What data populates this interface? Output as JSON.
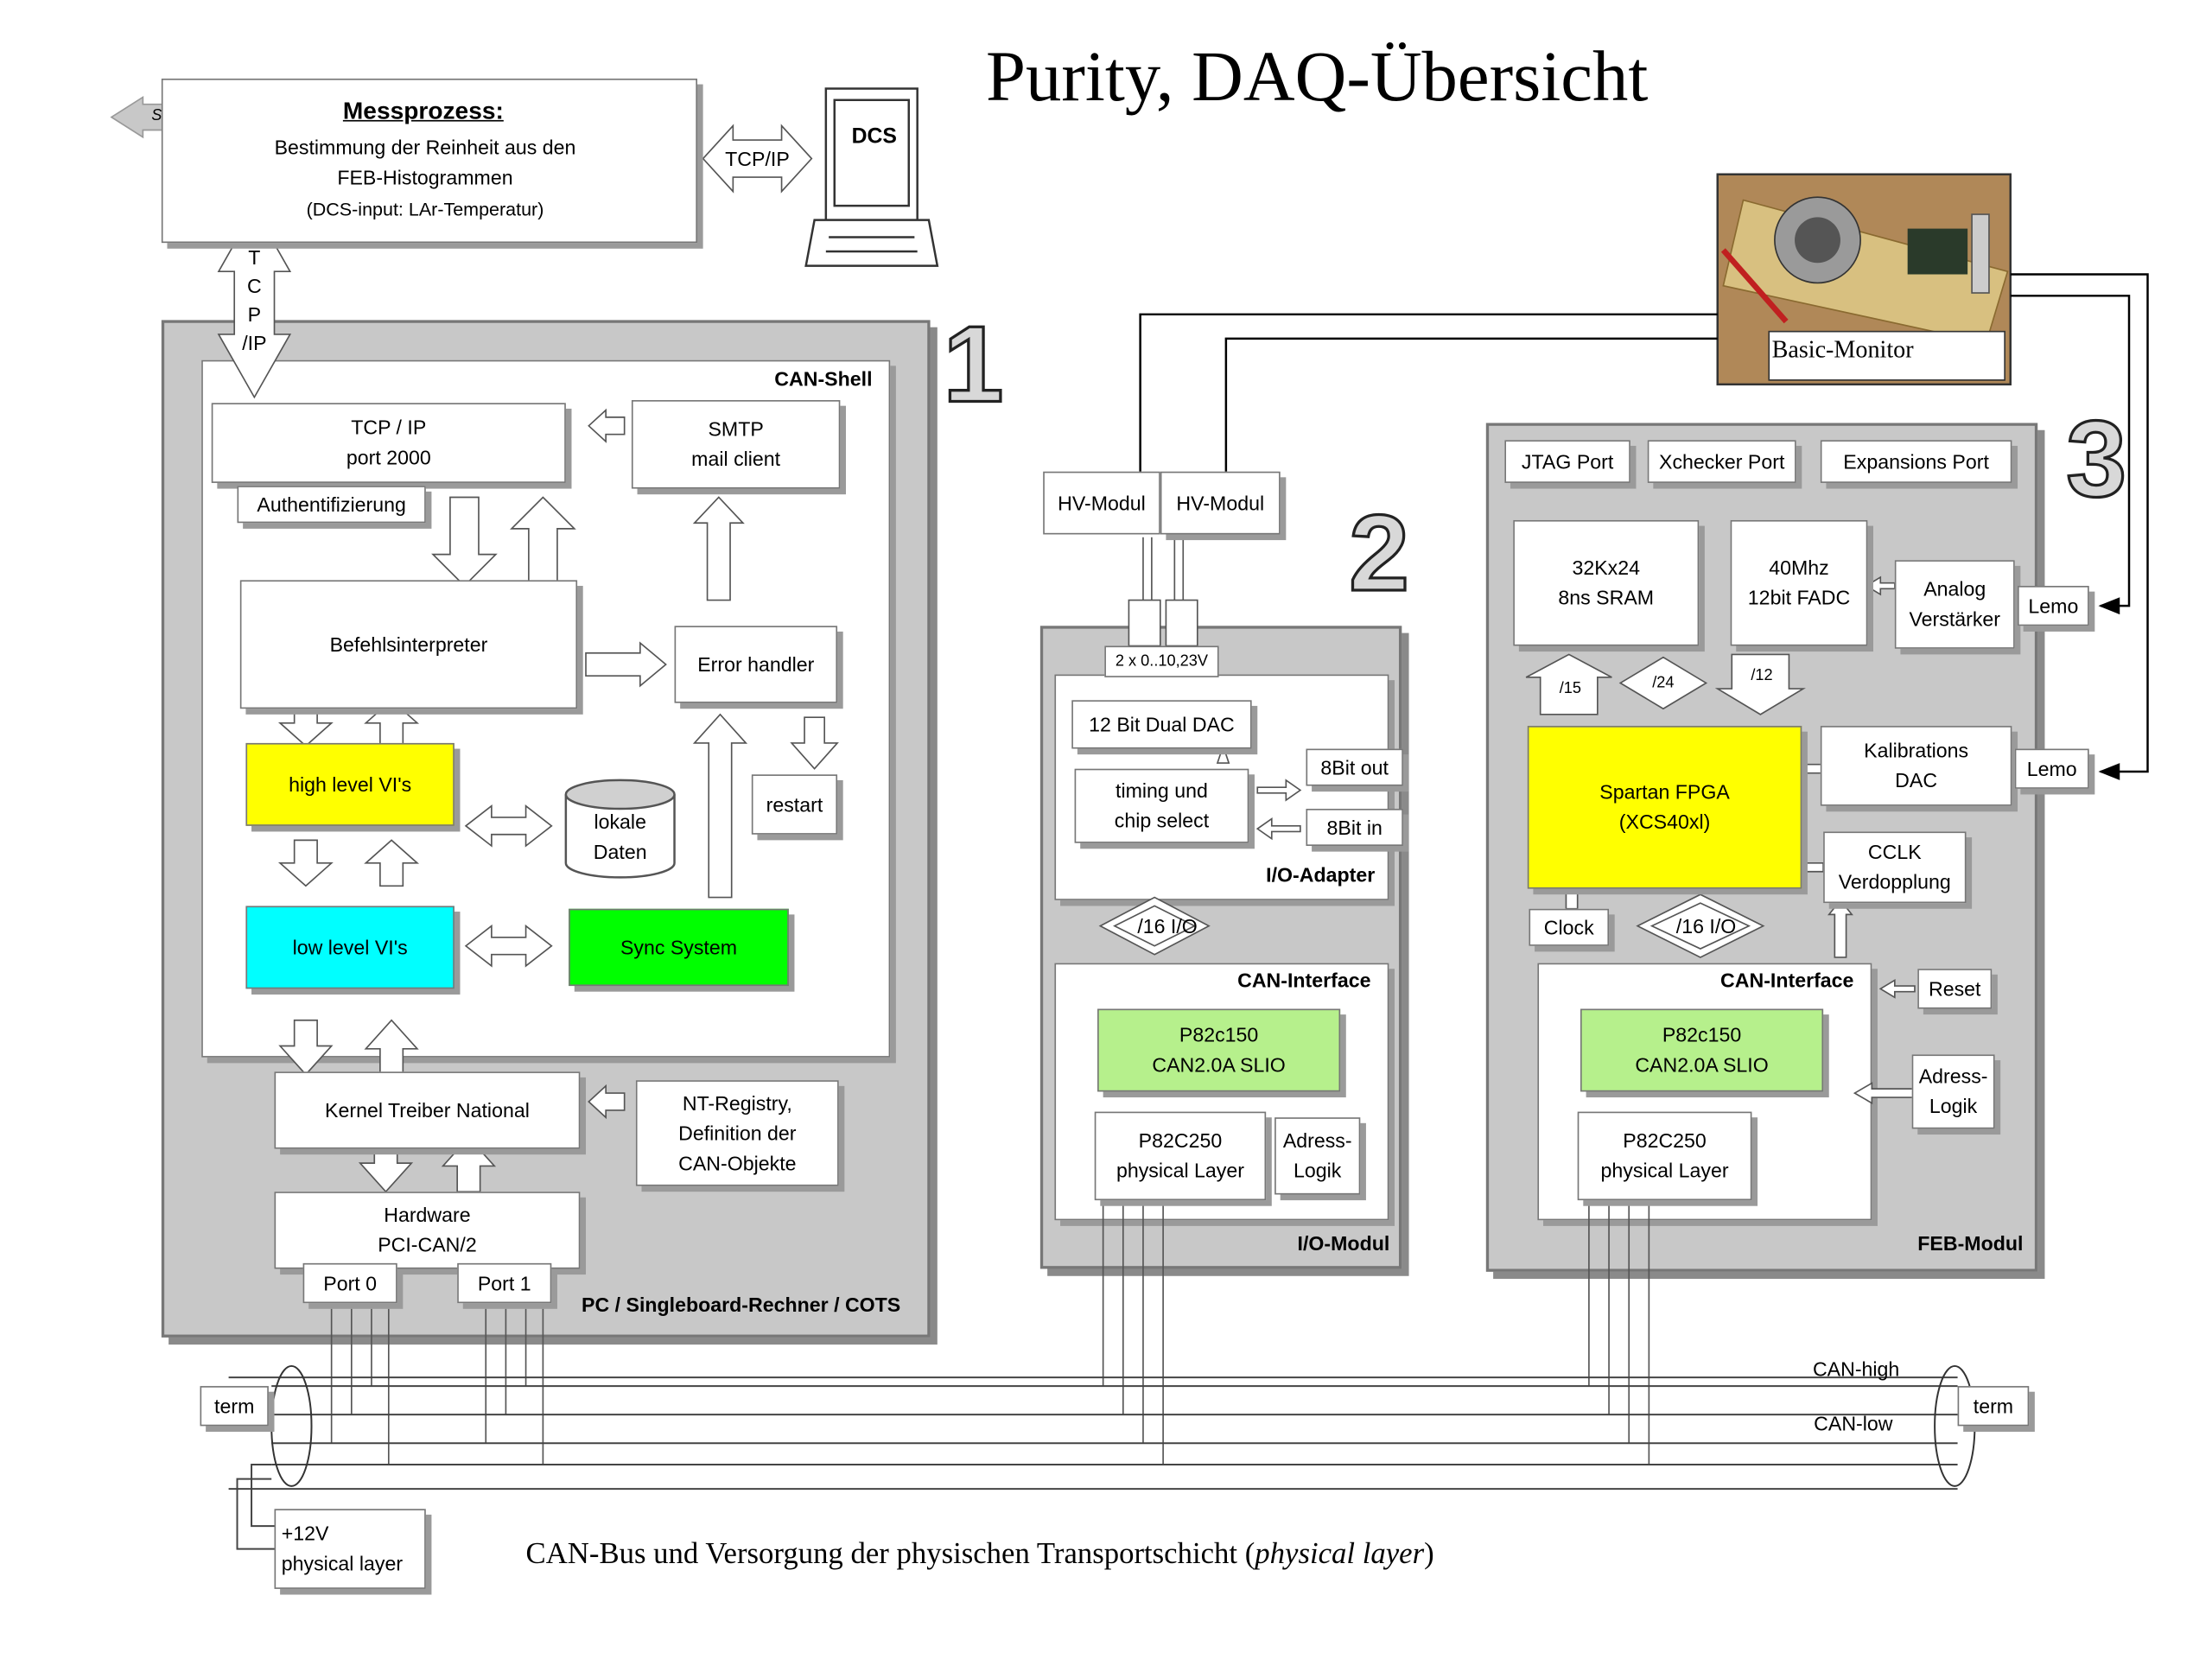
{
  "title": "Purity, DAQ-Übersicht",
  "caption": {
    "text": "CAN-Bus und Versorgung der physischen Transportschicht (",
    "italic": "physical layer",
    "end": ")"
  },
  "top": {
    "service": "Service",
    "messprozess_title": "Messprozess:",
    "messprozess_text": "Bestimmung der Reinheit aus den\nFEB-Histogrammen",
    "messprozess_sub": "(DCS-input: LAr-Temperatur)",
    "tcpip_side": "TCP/IP",
    "tcpip_vertical": "T\nC\nP\n/IP",
    "dcs": "DCS",
    "basic_monitor": "Basic-Monitor"
  },
  "section1": {
    "number": "1",
    "can_shell": "CAN-Shell",
    "footer": "PC / Singleboard-Rechner / COTS",
    "tcp_port": "TCP / IP\nport 2000",
    "auth": "Authentifizierung",
    "smtp": "SMTP\nmail client",
    "befehl": "Befehlsinterpreter",
    "error": "Error handler",
    "restart": "restart",
    "high_vi": "high level VI's",
    "lokale": "lokale\nDaten",
    "low_vi": "low level VI's",
    "sync": "Sync System",
    "kernel": "Kernel Treiber National",
    "nt_registry": "NT-Registry,\nDefinition der\nCAN-Objekte",
    "hardware": "Hardware\nPCI-CAN/2",
    "port0": "Port 0",
    "port1": "Port 1"
  },
  "section2": {
    "number": "2",
    "hv1": "HV-Modul",
    "hv2": "HV-Modul",
    "voltage": "2 x  0..10,23V",
    "dac": "12 Bit Dual DAC",
    "timing": "timing und\nchip select",
    "out8": "8Bit out",
    "in8": "8Bit in",
    "io_adapter": "I/O-Adapter",
    "io16": "/16 I/O",
    "can_if": "CAN-Interface",
    "p82c150": "P82c150\nCAN2.0A SLIO",
    "p82c250": "P82C250\nphysical Layer",
    "adress": "Adress-\nLogik",
    "io_modul": "I/O-Modul"
  },
  "section3": {
    "number": "3",
    "jtag": "JTAG Port",
    "xchecker": "Xchecker Port",
    "expansions": "Expansions Port",
    "sram": "32Kx24\n8ns SRAM",
    "fadc": "40Mhz\n12bit FADC",
    "analog": "Analog\nVerstärker",
    "lemo1": "Lemo",
    "b15": "/15",
    "b24": "/24",
    "b12": "/12",
    "fpga": "Spartan FPGA\n(XCS40xl)",
    "kal": "Kalibrations\nDAC",
    "lemo2": "Lemo",
    "cclk": "CCLK\nVerdopplung",
    "clock": "Clock",
    "io16": "/16 I/O",
    "can_if": "CAN-Interface",
    "reset": "Reset",
    "p82c150": "P82c150\nCAN2.0A SLIO",
    "adress": "Adress-\nLogik",
    "p82c250": "P82C250\nphysical Layer",
    "feb": "FEB-Modul"
  },
  "bus": {
    "can_high": "CAN-high",
    "can_low": "CAN-low",
    "term_left": "term",
    "term_right": "term",
    "power": "+12V\nphysical layer"
  },
  "colors": {
    "section_bg": "#c8c8c8",
    "yellow": "#ffff00",
    "cyan": "#00ffff",
    "green": "#00ff00",
    "light_green": "#b6f08c"
  }
}
